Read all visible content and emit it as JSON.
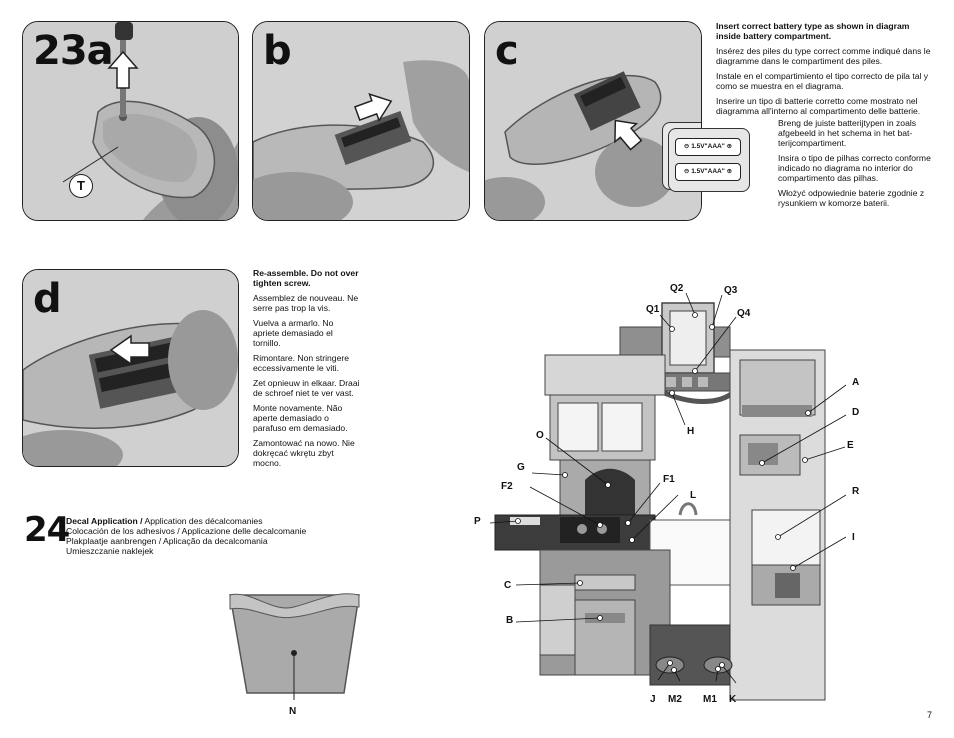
{
  "panels": {
    "p23a": {
      "label": "23a",
      "callout": "T"
    },
    "pb": {
      "label": "b"
    },
    "pc": {
      "label": "c",
      "battery_text_1": "1.5V\"AAA\"",
      "battery_text_2": "1.5V\"AAA\""
    },
    "pd": {
      "label": "d"
    }
  },
  "battery_instructions": {
    "en": "Insert correct battery type as shown in diagram inside battery compartment.",
    "fr": "Insérez des piles du type correct comme indiqué dans le diagramme dans le compartiment des piles.",
    "es": "Instale en el compartimiento el tipo correcto de pila tal y como se muestra en el diagrama.",
    "it": "Inserire un tipo di batterie corretto come mostrato nel diagramma all'interno al compartimento delle batterie.",
    "nl": "Breng de juiste batterijtypen in zoals afgebeeld in het schema in het bat-terijcompartiment.",
    "pt": "Insira o tipo de pilhas correcto conforme indicado no diagrama no interior do compartimento das pilhas.",
    "pl": "Włożyć odpowiednie baterie zgodnie z rysunkiem w komorze baterii."
  },
  "reassemble_instructions": {
    "en": "Re-assemble. Do not over tighten screw.",
    "fr": "Assemblez de nouveau. Ne serre pas trop la vis.",
    "es": "Vuelva a armarlo. No apriete demasiado el tornillo.",
    "it": "Rimontare. Non stringere eccessivamente le viti.",
    "nl": "Zet opnieuw in elkaar. Draai de schroef niet te ver vast.",
    "pt": "Monte novamente. Não aperte demasiado o parafuso em demasiado.",
    "pl": "Zamontować na nowo. Nie dokręcać wkrętu zbyt mocno."
  },
  "step24": {
    "number": "24",
    "title_bold": "Decal Application /",
    "title_rest": " Application des décalcomanies",
    "line2": "Colocación de los adhesivos / Applicazione delle decalcomanie",
    "line3": "Plakplaatje aanbrengen / Aplicação da decalcomania",
    "line4": "Umieszczanie naklejek"
  },
  "decal_labels": {
    "q2": "Q2",
    "q3": "Q3",
    "q1": "Q1",
    "q4": "Q4",
    "a": "A",
    "d": "D",
    "h": "H",
    "o": "O",
    "e": "E",
    "g": "G",
    "f1": "F1",
    "f2": "F2",
    "r": "R",
    "l": "L",
    "p": "P",
    "i": "I",
    "c": "C",
    "b": "B",
    "j": "J",
    "m2": "M2",
    "m1": "M1",
    "k": "K",
    "n": "N"
  },
  "page_number": "7"
}
